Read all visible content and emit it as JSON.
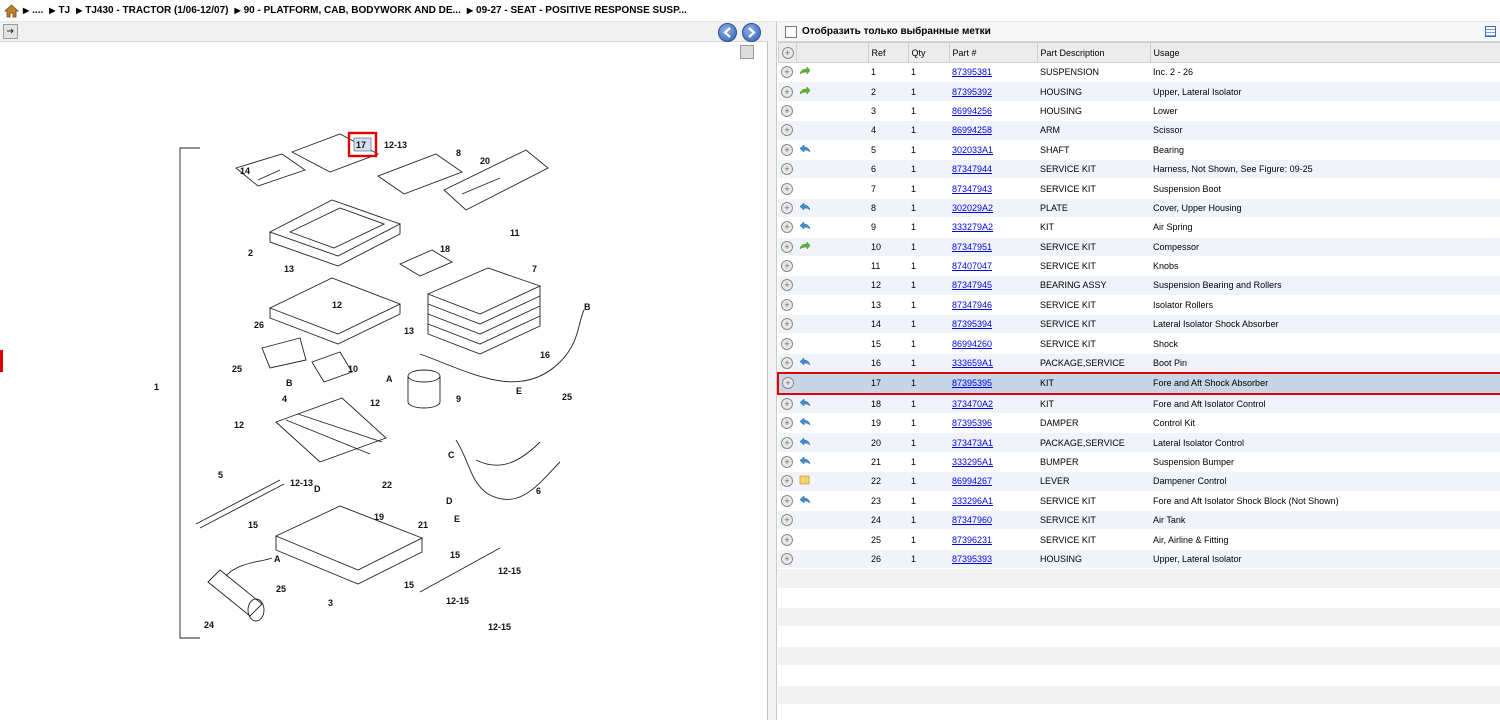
{
  "breadcrumb": {
    "items": [
      "....",
      "TJ",
      "TJ430 - TRACTOR (1/06-12/07)",
      "90 - PLATFORM, CAB, BODYWORK AND DE...",
      "09-27 - SEAT - POSITIVE RESPONSE SUSP..."
    ]
  },
  "filter": {
    "label": "Отобразить только выбранные метки"
  },
  "table": {
    "headers": [
      "Ref",
      "Qty",
      "Part #",
      "Part Description",
      "Usage"
    ],
    "rows": [
      {
        "ref": "1",
        "qty": "1",
        "part": "87395381",
        "desc": "SUSPENSION",
        "usage": "Inc. 2 - 26",
        "icon": "green-arrow-icon"
      },
      {
        "ref": "2",
        "qty": "1",
        "part": "87395392",
        "desc": "HOUSING",
        "usage": "Upper, Lateral Isolator",
        "icon": "green-arrow-icon"
      },
      {
        "ref": "3",
        "qty": "1",
        "part": "86994256",
        "desc": "HOUSING",
        "usage": "Lower",
        "icon": ""
      },
      {
        "ref": "4",
        "qty": "1",
        "part": "86994258",
        "desc": "ARM",
        "usage": "Scissor",
        "icon": ""
      },
      {
        "ref": "5",
        "qty": "1",
        "part": "302033A1",
        "desc": "SHAFT",
        "usage": "Bearing",
        "icon": "blue-return-icon"
      },
      {
        "ref": "6",
        "qty": "1",
        "part": "87347944",
        "desc": "SERVICE KIT",
        "usage": "Harness, Not Shown, See Figure: 09-25",
        "icon": ""
      },
      {
        "ref": "7",
        "qty": "1",
        "part": "87347943",
        "desc": "SERVICE KIT",
        "usage": "Suspension Boot",
        "icon": ""
      },
      {
        "ref": "8",
        "qty": "1",
        "part": "302029A2",
        "desc": "PLATE",
        "usage": "Cover, Upper Housing",
        "icon": "blue-return-icon"
      },
      {
        "ref": "9",
        "qty": "1",
        "part": "333279A2",
        "desc": "KIT",
        "usage": "Air Spring",
        "icon": "blue-return-icon"
      },
      {
        "ref": "10",
        "qty": "1",
        "part": "87347951",
        "desc": "SERVICE KIT",
        "usage": "Compessor",
        "icon": "green-arrow-icon"
      },
      {
        "ref": "11",
        "qty": "1",
        "part": "87407047",
        "desc": "SERVICE KIT",
        "usage": "Knobs",
        "icon": ""
      },
      {
        "ref": "12",
        "qty": "1",
        "part": "87347945",
        "desc": "BEARING ASSY",
        "usage": "Suspension Bearing and Rollers",
        "icon": ""
      },
      {
        "ref": "13",
        "qty": "1",
        "part": "87347946",
        "desc": "SERVICE KIT",
        "usage": "Isolator Rollers",
        "icon": ""
      },
      {
        "ref": "14",
        "qty": "1",
        "part": "87395394",
        "desc": "SERVICE KIT",
        "usage": "Lateral Isolator Shock Absorber",
        "icon": ""
      },
      {
        "ref": "15",
        "qty": "1",
        "part": "86994260",
        "desc": "SERVICE KIT",
        "usage": "Shock",
        "icon": ""
      },
      {
        "ref": "16",
        "qty": "1",
        "part": "333659A1",
        "desc": "PACKAGE,SERVICE",
        "usage": "Boot Pin",
        "icon": "blue-return-icon"
      },
      {
        "ref": "17",
        "qty": "1",
        "part": "87395395",
        "desc": "KIT",
        "usage": "Fore and Aft Shock Absorber",
        "icon": "",
        "selected": true
      },
      {
        "ref": "18",
        "qty": "1",
        "part": "373470A2",
        "desc": "KIT",
        "usage": "Fore and Aft Isolator Control",
        "icon": "blue-return-icon"
      },
      {
        "ref": "19",
        "qty": "1",
        "part": "87395396",
        "desc": "DAMPER",
        "usage": "Control Kit",
        "icon": "blue-return-icon"
      },
      {
        "ref": "20",
        "qty": "1",
        "part": "373473A1",
        "desc": "PACKAGE,SERVICE",
        "usage": "Lateral Isolator Control",
        "icon": "blue-return-icon"
      },
      {
        "ref": "21",
        "qty": "1",
        "part": "333295A1",
        "desc": "BUMPER",
        "usage": "Suspension Bumper",
        "icon": "blue-return-icon"
      },
      {
        "ref": "22",
        "qty": "1",
        "part": "86994267",
        "desc": "LEVER",
        "usage": "Dampener Control",
        "icon": "note-icon"
      },
      {
        "ref": "23",
        "qty": "1",
        "part": "333296A1",
        "desc": "SERVICE KIT",
        "usage": "Fore and Aft Isolator Shock Block (Not Shown)",
        "icon": "blue-return-icon"
      },
      {
        "ref": "24",
        "qty": "1",
        "part": "87347960",
        "desc": "SERVICE KIT",
        "usage": "Air Tank",
        "icon": ""
      },
      {
        "ref": "25",
        "qty": "1",
        "part": "87396231",
        "desc": "SERVICE KIT",
        "usage": "Air, Airline & Fitting",
        "icon": ""
      },
      {
        "ref": "26",
        "qty": "1",
        "part": "87395393",
        "desc": "HOUSING",
        "usage": "Upper, Lateral Isolator",
        "icon": ""
      }
    ]
  },
  "diagram": {
    "callouts": [
      "17",
      "12-13",
      "8",
      "20",
      "14",
      "11",
      "2",
      "18",
      "13",
      "7",
      "12",
      "26",
      "13",
      "B",
      "1",
      "25",
      "10",
      "A",
      "16",
      "B",
      "12",
      "9",
      "E",
      "25",
      "4",
      "12",
      "C",
      "5",
      "12-13",
      "D",
      "22",
      "6",
      "15",
      "19",
      "21",
      "D",
      "E",
      "15",
      "A",
      "12-15",
      "25",
      "15",
      "12-15",
      "3",
      "12-15",
      "24"
    ]
  },
  "colors": {
    "selected_row": "#c7d6e6",
    "highlight": "#e00000",
    "link": "#0000ee"
  }
}
